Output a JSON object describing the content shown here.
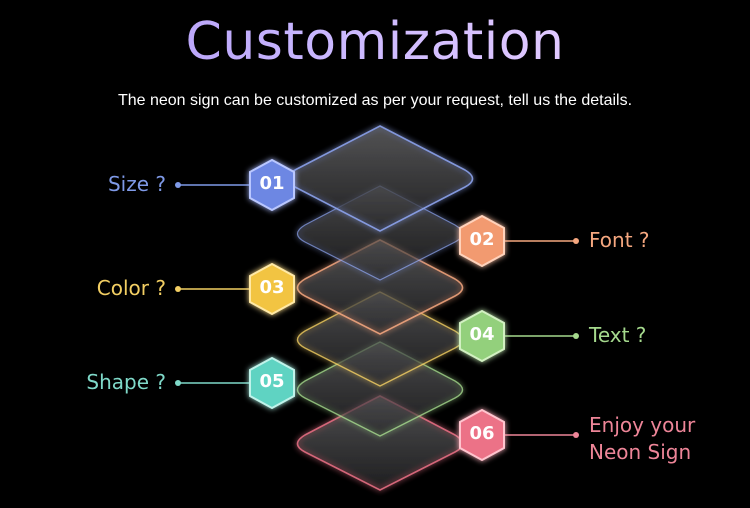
{
  "title": "Customization",
  "subtitle": "The neon sign can be customized as per your request, tell us the details.",
  "steps": [
    {
      "num": "01",
      "label": "Size ?",
      "color": "#7f9ae8",
      "hex_color": "#6d87e3"
    },
    {
      "num": "02",
      "label": "Font ?",
      "color": "#f5a77f",
      "hex_color": "#f29a70"
    },
    {
      "num": "03",
      "label": "Color ?",
      "color": "#f3cf63",
      "hex_color": "#f2c443"
    },
    {
      "num": "04",
      "label": "Text ?",
      "color": "#a5d98d",
      "hex_color": "#93d07b"
    },
    {
      "num": "05",
      "label": "Shape ?",
      "color": "#7fd9c9",
      "hex_color": "#5fd3c2"
    },
    {
      "num": "06",
      "label_line1": "Enjoy your",
      "label_line2": "Neon Sign",
      "color": "#ee8598",
      "hex_color": "#ec7287"
    }
  ]
}
